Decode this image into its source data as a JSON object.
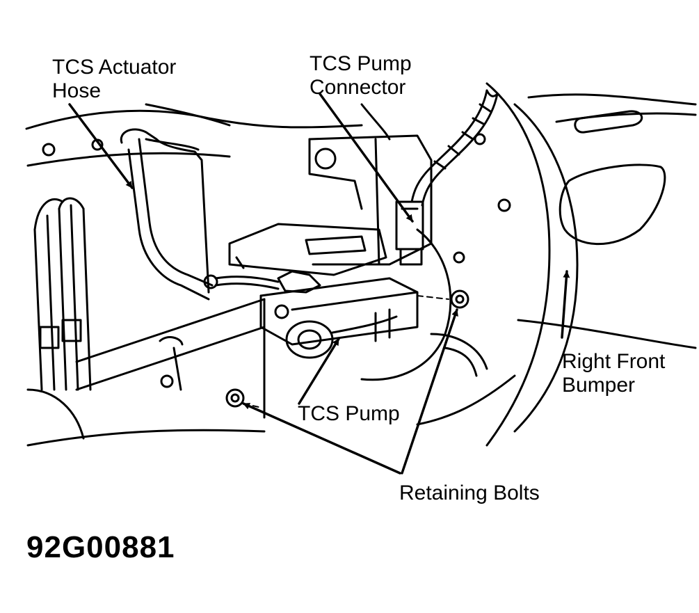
{
  "labels": {
    "actuator_hose": {
      "line1": "TCS Actuator",
      "line2": "Hose"
    },
    "pump_connector": {
      "line1": "TCS Pump",
      "line2": "Connector"
    },
    "bumper": {
      "line1": "Right Front",
      "line2": "Bumper"
    },
    "pump": "TCS Pump",
    "bolts": "Retaining Bolts"
  },
  "figure_id": "92G00881",
  "colors": {
    "line": "#000000",
    "background": "#ffffff"
  }
}
